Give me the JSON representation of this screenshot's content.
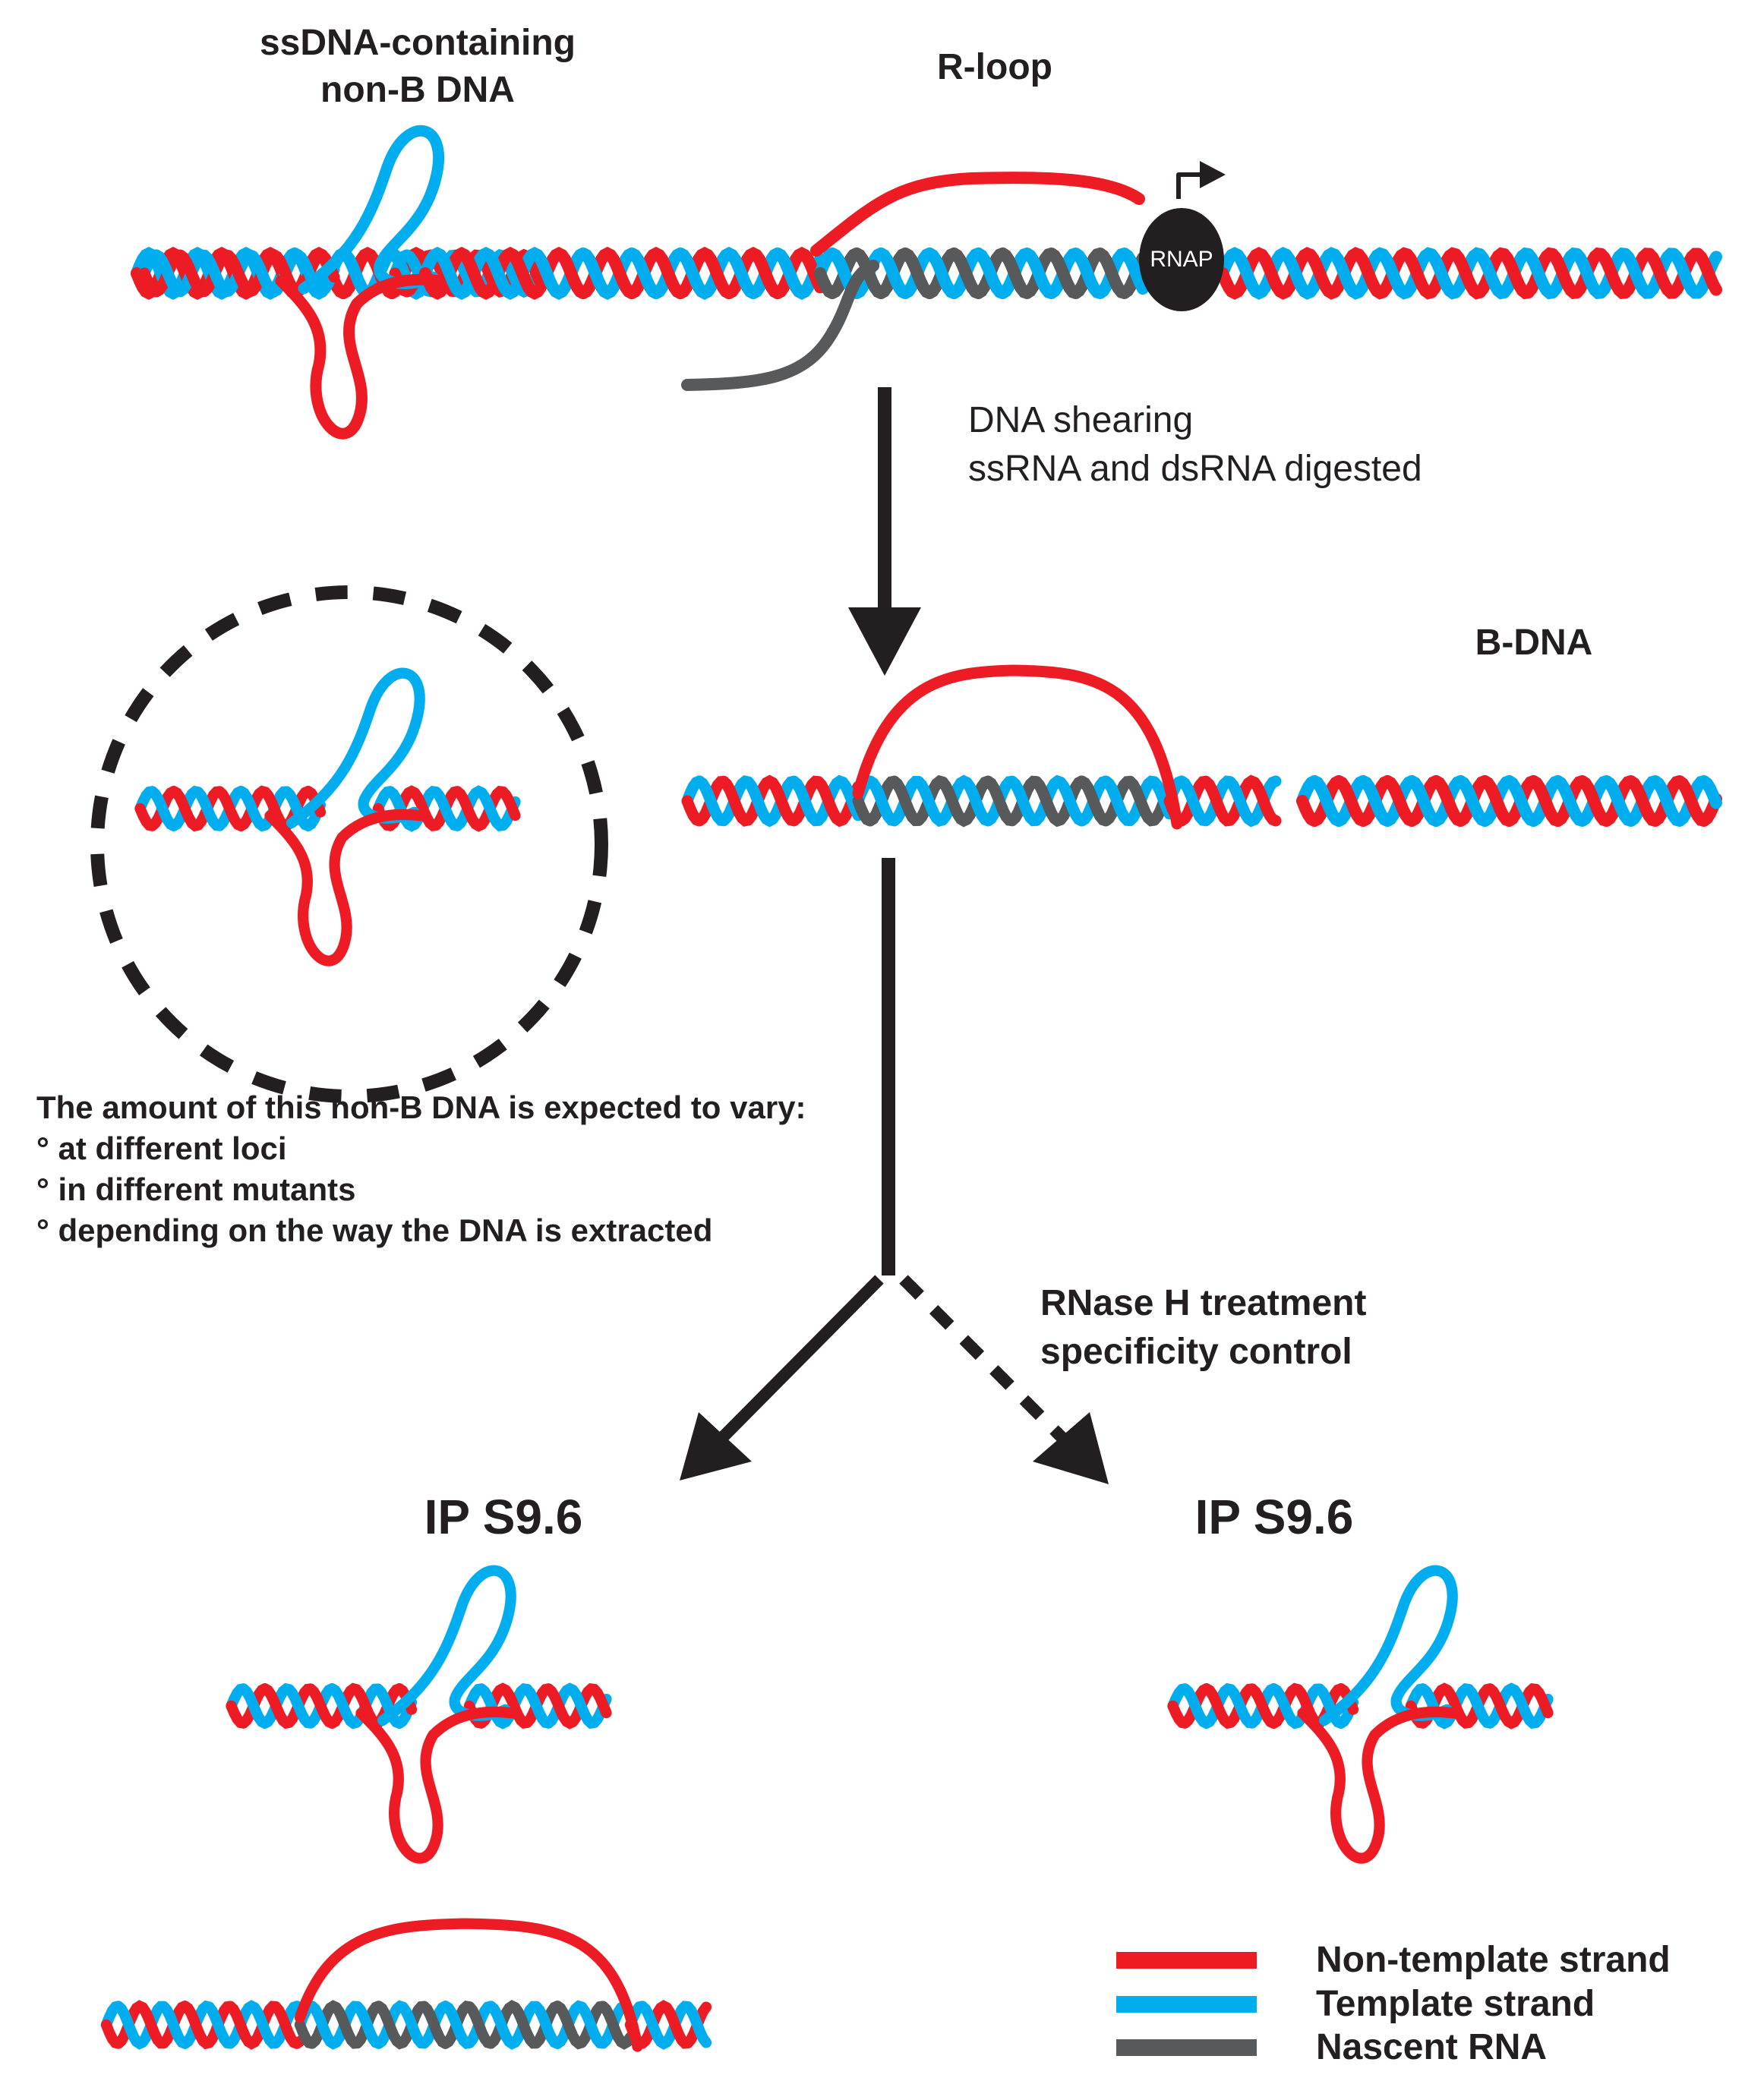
{
  "labels": {
    "nonb_title_1": "ssDNA-containing",
    "nonb_title_2": "non-B DNA",
    "rloop_title": "R-loop",
    "rnap": "RNAP",
    "step1_line1": "DNA shearing",
    "step1_line2": "ssRNA and dsRNA digested",
    "bdna_title": "B-DNA",
    "note_line1": "The amount of this non-B DNA is expected to vary:",
    "note_line2": "° at different loci",
    "note_line3": "° in different mutants",
    "note_line4": "° depending on the way the DNA is extracted",
    "rnaseh_line1": "RNase H treatment",
    "rnaseh_line2": "specificity control",
    "ip_left": "IP S9.6",
    "ip_right": "IP S9.6"
  },
  "legend": [
    {
      "label": "Non-template strand",
      "color": "#ed1c24"
    },
    {
      "label": "Template strand",
      "color": "#00aeef"
    },
    {
      "label": "Nascent RNA",
      "color": "#58595b"
    }
  ],
  "colors": {
    "non_template": "#ed1c24",
    "template": "#00aeef",
    "rna": "#58595b",
    "arrows": "#231f20",
    "rnap": "#231f20"
  }
}
